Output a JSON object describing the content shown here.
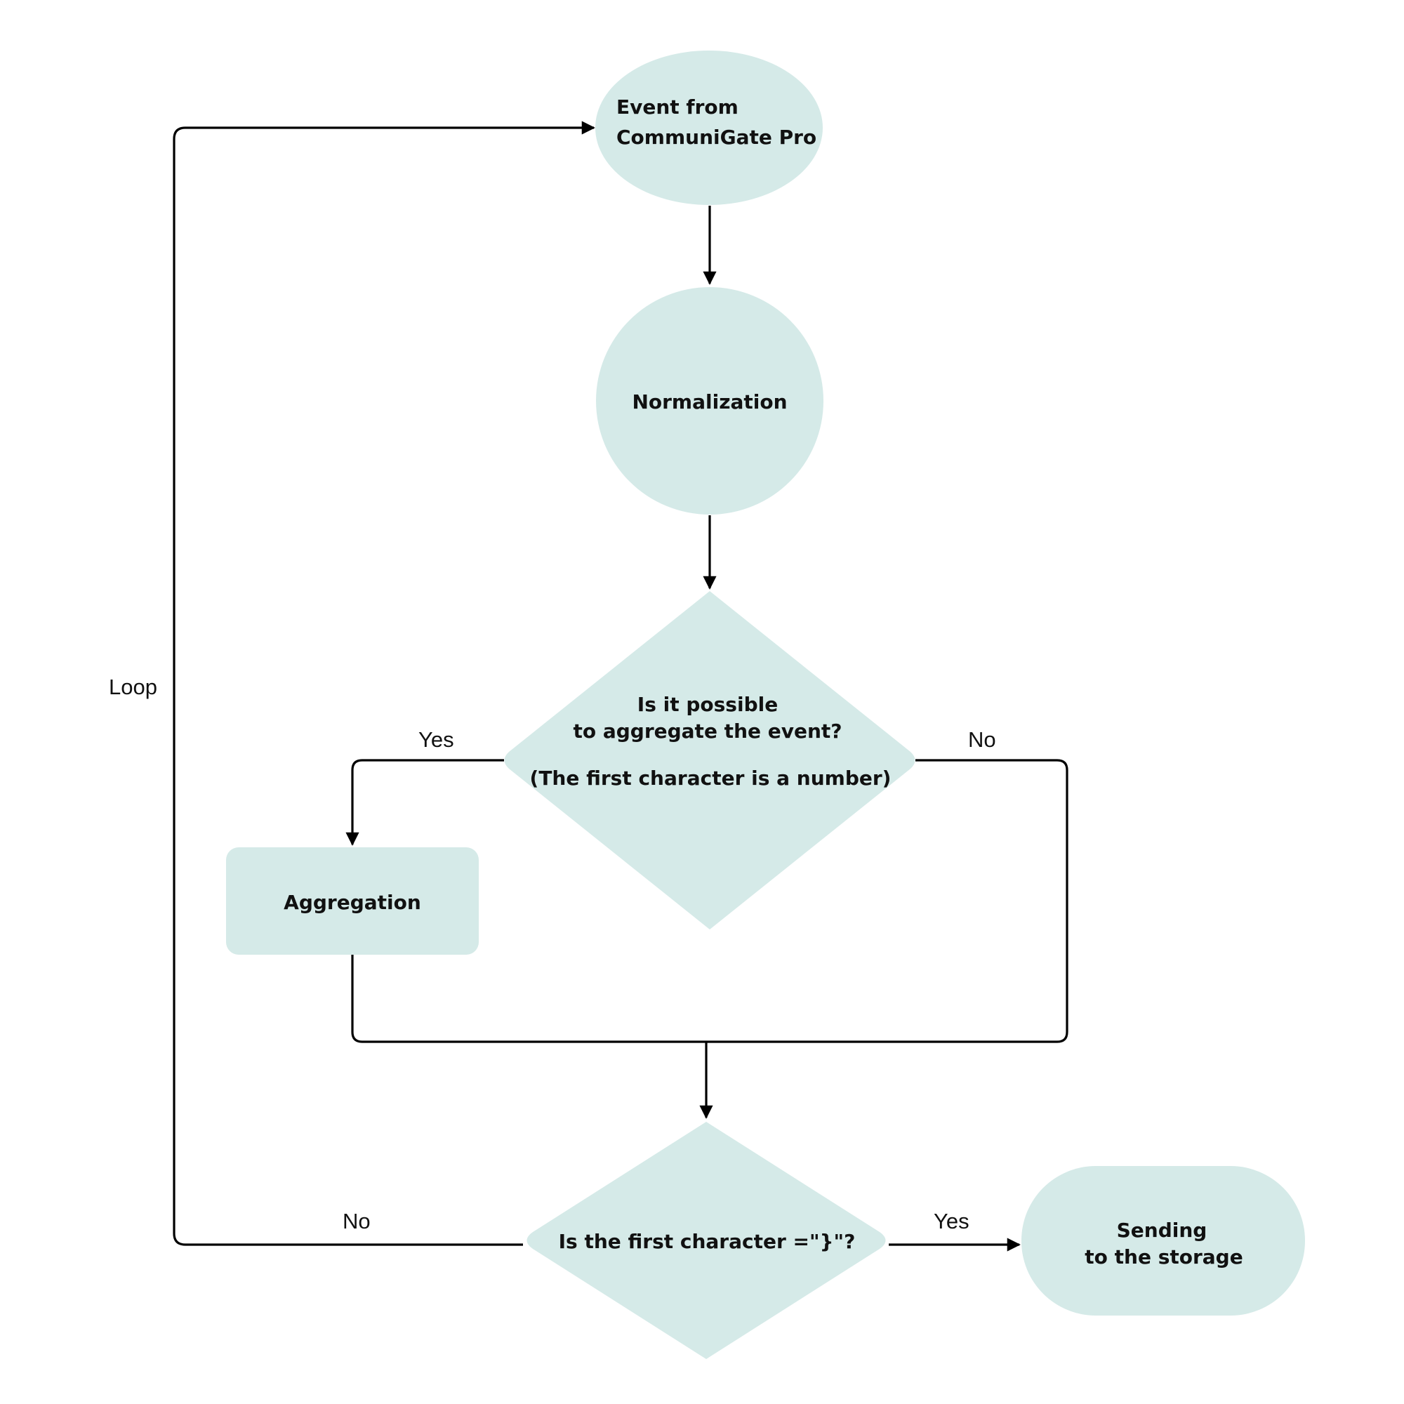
{
  "nodes": {
    "start": {
      "line1": "Event from",
      "line2": "CommuniGate Pro"
    },
    "normalization": {
      "label": "Normalization"
    },
    "aggregate_decision": {
      "line1": "Is it possible",
      "line2": "to aggregate the event?",
      "line3": "(The first character is a number)"
    },
    "aggregation": {
      "label": "Aggregation"
    },
    "end_decision": {
      "label": "Is the first character =\"}\"?"
    },
    "storage": {
      "line1": "Sending",
      "line2": "to the storage"
    }
  },
  "edge_labels": {
    "loop": "Loop",
    "aggregate_yes": "Yes",
    "aggregate_no": "No",
    "end_no": "No",
    "end_yes": "Yes"
  },
  "colors": {
    "node_fill": "#d5eae8",
    "line": "#000000",
    "text": "#111111"
  }
}
